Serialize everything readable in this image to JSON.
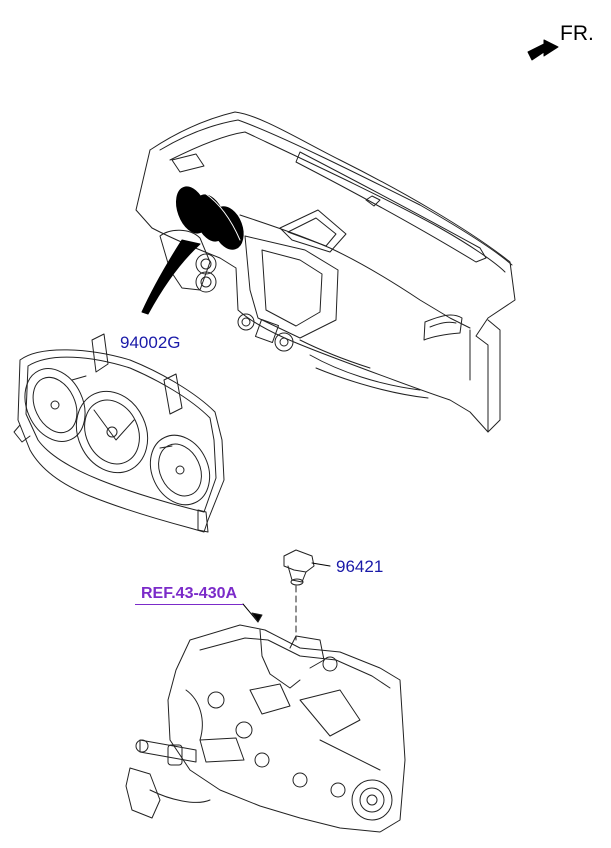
{
  "direction": {
    "label": "FR.",
    "icon": "front-arrow-icon"
  },
  "parts": [
    {
      "id": "cluster",
      "number": "94002G",
      "color": "#1a1aa8"
    },
    {
      "id": "sensor",
      "number": "96421",
      "color": "#1a1aa8"
    }
  ],
  "reference": {
    "text": "REF.43-430A",
    "color": "#7b2bc9"
  }
}
